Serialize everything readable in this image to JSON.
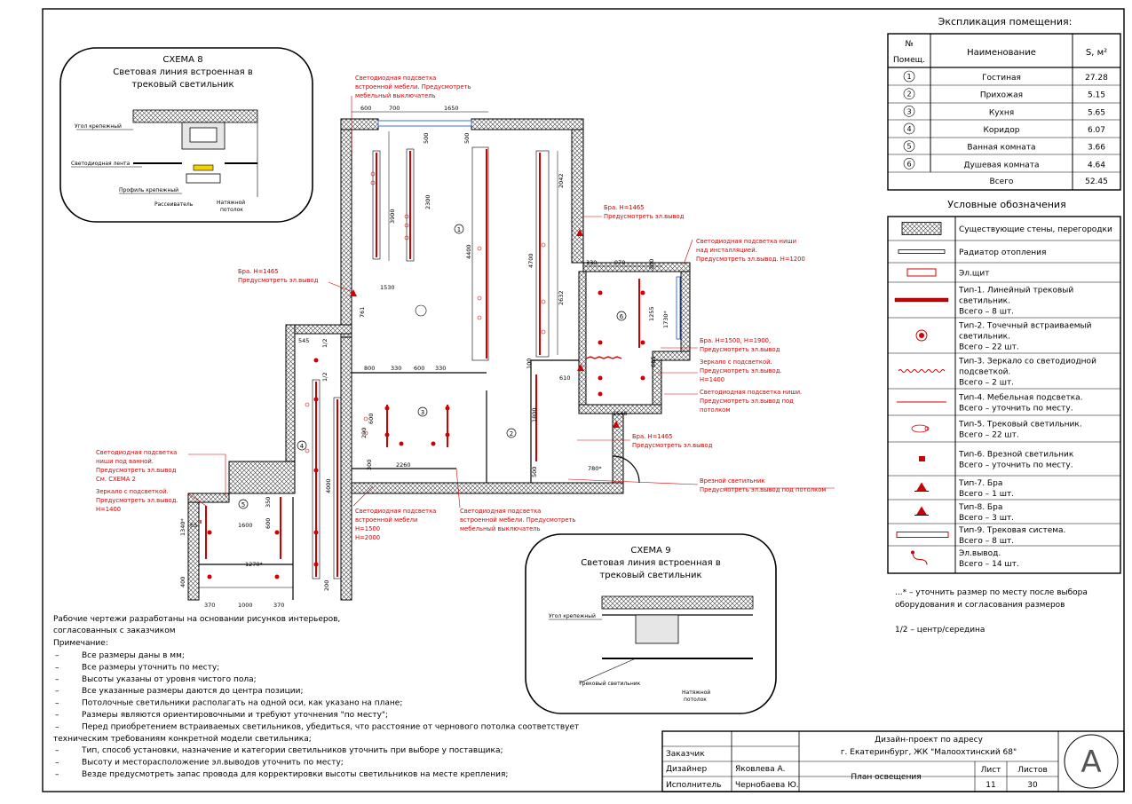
{
  "colors": {
    "accent": "#e00000",
    "line": "#000000",
    "blue": "#3a6fd8"
  },
  "schema8": {
    "title": "СХЕМА 8",
    "subtitle1": "Световая линия встроенная в",
    "subtitle2": "трековый светильник",
    "labels": [
      "Угол крепежный",
      "Светодиодная лента",
      "Профиль крепежный",
      "Рассеиватель",
      "Натяжной",
      "потолок"
    ]
  },
  "schema9": {
    "title": "СХЕМА 9",
    "subtitle1": "Световая линия встроенная в",
    "subtitle2": "трековый светильник",
    "labels": [
      "Угол крепежный",
      "Трековый светильник",
      "Натяжной",
      "потолок"
    ]
  },
  "explication": {
    "title": "Экспликация помещения:",
    "headers": [
      "№ Помещ.",
      "Наименование",
      "S, м²"
    ],
    "rows": [
      {
        "num": "1",
        "name": "Гостиная",
        "area": "27.28"
      },
      {
        "num": "2",
        "name": "Прихожая",
        "area": "5.15"
      },
      {
        "num": "3",
        "name": "Кухня",
        "area": "5.65"
      },
      {
        "num": "4",
        "name": "Коридор",
        "area": "6.07"
      },
      {
        "num": "5",
        "name": "Ванная комната",
        "area": "3.66"
      },
      {
        "num": "6",
        "name": "Душевая комната",
        "area": "4.64"
      }
    ],
    "total_label": "Всего",
    "total_area": "52.45"
  },
  "legend": {
    "title": "Условные обозначения",
    "items": [
      {
        "icon": "hatched-wall-icon",
        "lines": [
          "Существующие стены, перегородки"
        ]
      },
      {
        "icon": "radiator-icon",
        "lines": [
          "Радиатор отопления"
        ]
      },
      {
        "icon": "electrical-panel-icon",
        "lines": [
          "Эл.щит"
        ]
      },
      {
        "icon": "linear-track-light-icon",
        "lines": [
          "Тип-1. Линейный трековый",
          "светильник.",
          "Всего – 8 шт."
        ]
      },
      {
        "icon": "recessed-spot-icon",
        "lines": [
          "Тип-2. Точечный встраиваемый",
          "светильник.",
          "Всего – 22 шт."
        ]
      },
      {
        "icon": "mirror-led-icon",
        "lines": [
          "Тип-3. Зеркало со светодиодной",
          "подсветкой.",
          "Всего – 2 шт."
        ]
      },
      {
        "icon": "furniture-light-icon",
        "lines": [
          "Тип-4. Мебельная подсветка.",
          "Всего – уточнить по месту."
        ]
      },
      {
        "icon": "track-spot-icon",
        "lines": [
          "Тип-5. Трековый светильник.",
          "Всего – 22 шт."
        ]
      },
      {
        "icon": "mortise-light-icon",
        "lines": [
          "Тип-6. Врезной светильник",
          "Всего – уточнить по месту."
        ]
      },
      {
        "icon": "sconce-1-icon",
        "lines": [
          "Тип-7. Бра",
          "Всего – 1 шт."
        ]
      },
      {
        "icon": "sconce-3-icon",
        "lines": [
          "Тип-8. Бра",
          "Всего – 3 шт."
        ]
      },
      {
        "icon": "track-system-icon",
        "lines": [
          "Тип-9. Трековая система.",
          "Всего – 8 шт."
        ]
      },
      {
        "icon": "power-outlet-icon",
        "lines": [
          "Эл.вывод.",
          "Всего – 14 шт."
        ]
      }
    ]
  },
  "side_notes": [
    "...* – уточнить размер по месту после выбора",
    "оборудования и согласования размеров",
    "1/2 – центр/середина"
  ],
  "plan": {
    "dims": [
      "600",
      "700",
      "1650",
      "500",
      "500",
      "3900",
      "2300",
      "4400",
      "4700",
      "2042",
      "2632",
      "330",
      "970",
      "200",
      "1255",
      "1730*",
      "685",
      "610",
      "1546",
      "780*",
      "1530",
      "761",
      "545",
      "800",
      "330",
      "600",
      "330",
      "290",
      "600",
      "2260",
      "300",
      "1800",
      "500",
      "100",
      "4000",
      "1340*",
      "65",
      "1600",
      "350",
      "600",
      "1270*",
      "400",
      "370",
      "1000",
      "370",
      "200"
    ],
    "callouts": [
      "Светодиодная подсветка",
      "встроенной мебели. Предусмотреть",
      "мебельный выключатель",
      "Бра. Н=1465",
      "Предусмотреть эл.вывод",
      "Светодиодная подсветка ниши",
      "над инсталляцией.",
      "Предусмотреть эл.вывод. Н=1200",
      "Бра. Н=1500, Н=1900,",
      "Предусмотреть эл.вывод",
      "Зеркало с подсветкой.",
      "Предусмотреть эл.вывод.",
      "Н=1400",
      "Светодиодная подсветка ниши.",
      "Предусмотреть эл.вывод под",
      "потолком",
      "Врезной светильник",
      "Предусмотреть эл.вывод под потолком",
      "Светодиодная подсветка",
      "ниши под ванной.",
      "Предусмотреть эл.вывод",
      "См. СХЕМА 2",
      "Зеркало с подсветкой.",
      "встроенной мебели",
      "Н=1500",
      "Н=2000",
      "встроенной мебели. Предусмотреть"
    ],
    "rooms": [
      "1",
      "2",
      "3",
      "4",
      "5",
      "6"
    ],
    "center_marks": [
      "1/2",
      "1/2"
    ]
  },
  "notes": {
    "intro1": "Рабочие чертежи разработаны на основании рисунков интерьеров,",
    "intro2": "согласованных с заказчиком",
    "heading": "Примечание:",
    "items": [
      "Все размеры даны в мм;",
      "Все размеры уточнить по месту;",
      "Высоты указаны от уровня чистого пола;",
      "Все указанные размеры даются до центра позиции;",
      "Потолочные светильники располагать на одной оси, как указано на плане;",
      "Размеры являются ориентировочными и требуют уточнения \"по месту\";",
      "Перед приобретением встраиваемых светильников, убедиться, что расстояние от чернового потолка соответствует",
      "техническим требованиям конкретной модели светильника;",
      "Тип, способ установки, назначение и категории светильников уточнить при выборе у поставщика;",
      "Высоту и месторасположение эл.выводов уточнить по месту;",
      "Везде предусмотреть запас провода для корректировки высоты светильников на месте крепления;"
    ]
  },
  "stamp": {
    "customer_label": "Заказчик",
    "designer_label": "Дизайнер",
    "designer_name": "Яковлева А.",
    "executor_label": "Исполнитель",
    "executor_name": "Чернобаева Ю.",
    "project1": "Дизайн-проект по адресу",
    "project2": "г. Екатеринбург, ЖК \"Малоохтинский 68\"",
    "sheet_title": "План освещения",
    "sheet_label": "Лист",
    "sheets_label": "Листов",
    "sheet_num": "11",
    "sheets_num": "30",
    "logo_letter": "A"
  }
}
